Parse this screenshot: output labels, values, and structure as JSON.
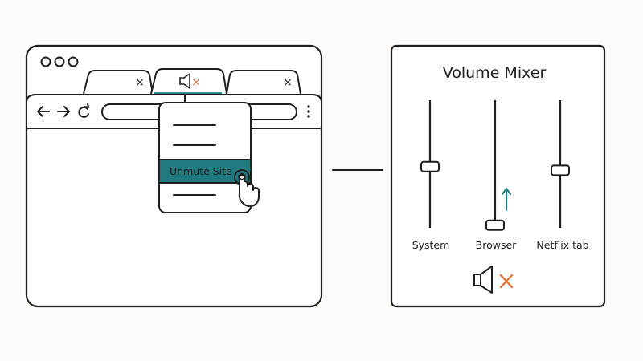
{
  "browser": {
    "tabs": [
      {
        "close_glyph": "×"
      },
      {
        "icon": "muted-speaker-icon",
        "mute_glyph": "×",
        "active": true
      },
      {
        "close_glyph": "×"
      }
    ],
    "context_menu": {
      "highlighted_item": "Unmute Site"
    }
  },
  "mixer": {
    "title": "Volume Mixer",
    "channels": [
      {
        "label": "System",
        "level": 0.48
      },
      {
        "label": "Browser",
        "level": 0.02
      },
      {
        "label": "Netflix tab",
        "level": 0.45
      }
    ],
    "footer_icon": "muted-speaker-icon"
  },
  "colors": {
    "ink": "#1f1f1f",
    "teal": "#1f7a80",
    "orange": "#e2773f",
    "background": "#fcfbfa",
    "paper": "#ffffff"
  }
}
